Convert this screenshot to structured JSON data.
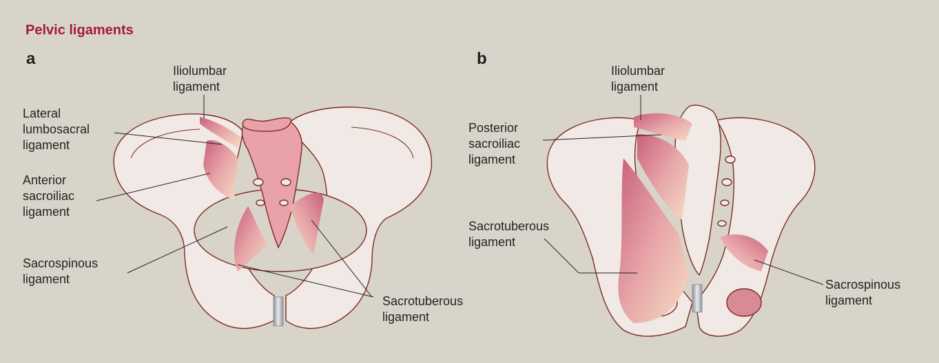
{
  "title": "Pelvic ligaments",
  "panels": [
    {
      "letter": "a",
      "labels": [
        {
          "id": "iliolumbar",
          "lines": [
            "Iliolumbar",
            "ligament"
          ]
        },
        {
          "id": "lateral-lumbosacral",
          "lines": [
            "Lateral",
            "lumbosacral",
            "ligament"
          ]
        },
        {
          "id": "anterior-sacroiliac",
          "lines": [
            "Anterior",
            "sacroiliac",
            "ligament"
          ]
        },
        {
          "id": "sacrospinous",
          "lines": [
            "Sacrospinous",
            "ligament"
          ]
        },
        {
          "id": "sacrotuberous",
          "lines": [
            "Sacrotuberous",
            "ligament"
          ]
        }
      ]
    },
    {
      "letter": "b",
      "labels": [
        {
          "id": "iliolumbar",
          "lines": [
            "Iliolumbar",
            "ligament"
          ]
        },
        {
          "id": "posterior-sacroiliac",
          "lines": [
            "Posterior",
            "sacroiliac",
            "ligament"
          ]
        },
        {
          "id": "sacrotuberous",
          "lines": [
            "Sacrotuberous",
            "ligament"
          ]
        },
        {
          "id": "sacrospinous",
          "lines": [
            "Sacrospinous",
            "ligament"
          ]
        }
      ]
    }
  ],
  "colors": {
    "background": "#d9d4ca",
    "bone": "#f0e9e6",
    "outline": "#7a2a1e",
    "ligament": "#d98b95",
    "ligament_light": "#f3d3bf",
    "title": "#a3193c",
    "symphysis": "#b9bcc3"
  }
}
